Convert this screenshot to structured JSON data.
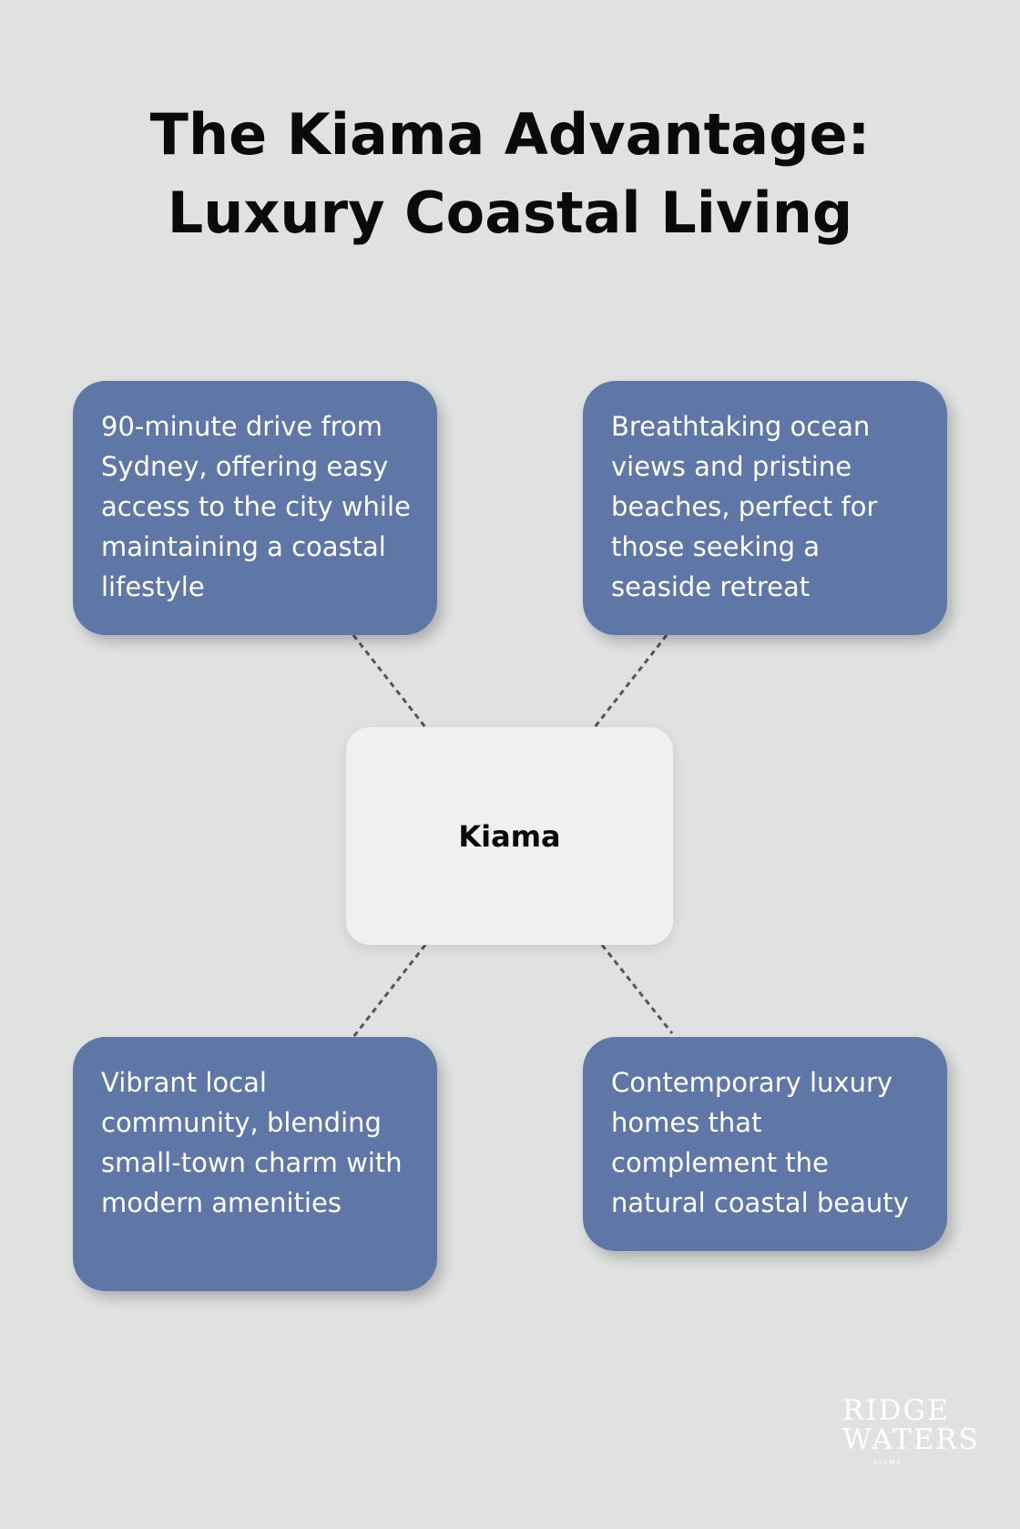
{
  "title": "The Kiama Advantage: Luxury Coastal Living",
  "center": {
    "label": "Kiama"
  },
  "nodes": [
    {
      "text": "90-minute drive from Sydney, offering easy access to the city while maintaining a coastal lifestyle"
    },
    {
      "text": "Breathtaking ocean views and pristine beaches, perfect for those seeking a seaside retreat"
    },
    {
      "text": "Vibrant local community, blending small-town charm with modern amenities"
    },
    {
      "text": "Contemporary luxury homes that complement the natural coastal beauty"
    }
  ],
  "logo": {
    "line1": "RIDGE",
    "line2": "WATERS",
    "line3": "KIAMA"
  },
  "colors": {
    "node": "#5e77a7",
    "center": "#eff0f2",
    "background": "#e0e2e1",
    "connector": "#555555"
  }
}
